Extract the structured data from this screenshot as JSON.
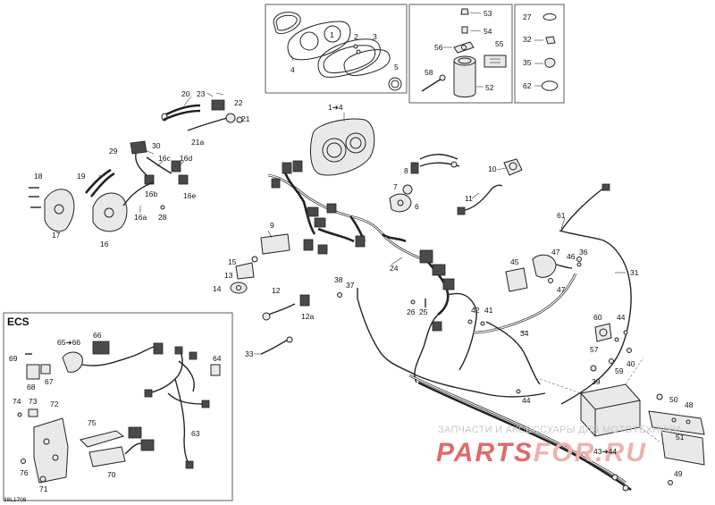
{
  "diagram": {
    "figure_code": "38L1708",
    "section_label": "ECS",
    "watermark": {
      "tagline": "ЗАПЧАСТИ И АКСЕССУАРЫ ДЛЯ МОТОТЕХНИКИ",
      "brand_a": "PARTS",
      "brand_b": "FOR.RU",
      "color_a": "#e06a6a",
      "color_b": "#f0b0b0"
    },
    "callouts": [
      {
        "id": "c-53",
        "text": "53"
      },
      {
        "id": "c-54",
        "text": "54"
      },
      {
        "id": "c-55",
        "text": "55"
      },
      {
        "id": "c-56",
        "text": "56"
      },
      {
        "id": "c-58",
        "text": "58"
      },
      {
        "id": "c-52",
        "text": "52"
      },
      {
        "id": "c-27",
        "text": "27"
      },
      {
        "id": "c-32",
        "text": "32"
      },
      {
        "id": "c-35",
        "text": "35"
      },
      {
        "id": "c-62",
        "text": "62"
      },
      {
        "id": "c-1",
        "text": "1"
      },
      {
        "id": "c-2",
        "text": "2"
      },
      {
        "id": "c-3",
        "text": "3"
      },
      {
        "id": "c-4",
        "text": "4"
      },
      {
        "id": "c-5",
        "text": "5"
      },
      {
        "id": "c-1-4",
        "text": "1➔4"
      },
      {
        "id": "c-20",
        "text": "20"
      },
      {
        "id": "c-23",
        "text": "23"
      },
      {
        "id": "c-22",
        "text": "22"
      },
      {
        "id": "c-21",
        "text": "21"
      },
      {
        "id": "c-21a",
        "text": "21a"
      },
      {
        "id": "c-29",
        "text": "29"
      },
      {
        "id": "c-30",
        "text": "30"
      },
      {
        "id": "c-16c",
        "text": "16c"
      },
      {
        "id": "c-16d",
        "text": "16d"
      },
      {
        "id": "c-19",
        "text": "19"
      },
      {
        "id": "c-16b",
        "text": "16b"
      },
      {
        "id": "c-16e",
        "text": "16e"
      },
      {
        "id": "c-18",
        "text": "18"
      },
      {
        "id": "c-16a",
        "text": "16a"
      },
      {
        "id": "c-28",
        "text": "28"
      },
      {
        "id": "c-17",
        "text": "17"
      },
      {
        "id": "c-16",
        "text": "16"
      },
      {
        "id": "c-8",
        "text": "8"
      },
      {
        "id": "c-10",
        "text": "10"
      },
      {
        "id": "c-7",
        "text": "7"
      },
      {
        "id": "c-6",
        "text": "6"
      },
      {
        "id": "c-11",
        "text": "11"
      },
      {
        "id": "c-9",
        "text": "9"
      },
      {
        "id": "c-61",
        "text": "61"
      },
      {
        "id": "c-47a",
        "text": "47"
      },
      {
        "id": "c-46",
        "text": "46"
      },
      {
        "id": "c-36",
        "text": "36"
      },
      {
        "id": "c-45",
        "text": "45"
      },
      {
        "id": "c-47b",
        "text": "47"
      },
      {
        "id": "c-31",
        "text": "31"
      },
      {
        "id": "c-15",
        "text": "15"
      },
      {
        "id": "c-13",
        "text": "13"
      },
      {
        "id": "c-14",
        "text": "14"
      },
      {
        "id": "c-24",
        "text": "24"
      },
      {
        "id": "c-38",
        "text": "38"
      },
      {
        "id": "c-37",
        "text": "37"
      },
      {
        "id": "c-12",
        "text": "12"
      },
      {
        "id": "c-12a",
        "text": "12a"
      },
      {
        "id": "c-26",
        "text": "26"
      },
      {
        "id": "c-25",
        "text": "25"
      },
      {
        "id": "c-42",
        "text": "42"
      },
      {
        "id": "c-41",
        "text": "41"
      },
      {
        "id": "c-34",
        "text": "34"
      },
      {
        "id": "c-60",
        "text": "60"
      },
      {
        "id": "c-44a",
        "text": "44"
      },
      {
        "id": "c-57",
        "text": "57"
      },
      {
        "id": "c-59",
        "text": "59"
      },
      {
        "id": "c-40",
        "text": "40"
      },
      {
        "id": "c-39",
        "text": "39"
      },
      {
        "id": "c-33",
        "text": "33"
      },
      {
        "id": "c-44b",
        "text": "44"
      },
      {
        "id": "c-50",
        "text": "50"
      },
      {
        "id": "c-48",
        "text": "48"
      },
      {
        "id": "c-51",
        "text": "51"
      },
      {
        "id": "c-43-44",
        "text": "43➔44"
      },
      {
        "id": "c-49",
        "text": "49"
      },
      {
        "id": "c-69",
        "text": "69"
      },
      {
        "id": "c-65-66",
        "text": "65➔66"
      },
      {
        "id": "c-66",
        "text": "66"
      },
      {
        "id": "c-68",
        "text": "68"
      },
      {
        "id": "c-67",
        "text": "67"
      },
      {
        "id": "c-64",
        "text": "64"
      },
      {
        "id": "c-74",
        "text": "74"
      },
      {
        "id": "c-73",
        "text": "73"
      },
      {
        "id": "c-72",
        "text": "72"
      },
      {
        "id": "c-75",
        "text": "75"
      },
      {
        "id": "c-63",
        "text": "63"
      },
      {
        "id": "c-76",
        "text": "76"
      },
      {
        "id": "c-70",
        "text": "70"
      },
      {
        "id": "c-71",
        "text": "71"
      }
    ]
  }
}
